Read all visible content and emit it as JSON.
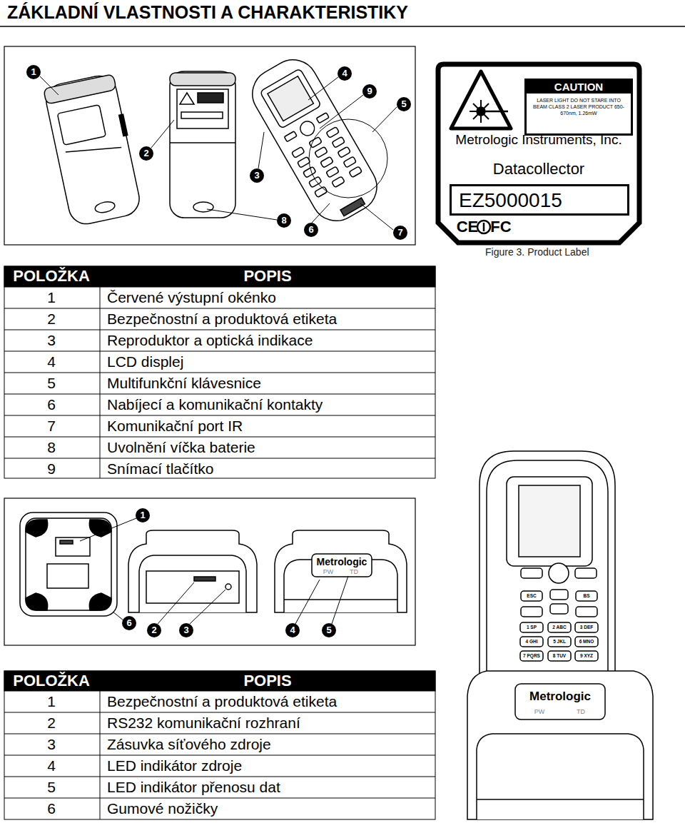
{
  "diagram": {
    "title": "ZÁKLADNÍ VLASTNOSTI A CHARAKTERISTIKY",
    "caption": "Figure 3. Product Label",
    "nodes": [
      {
        "text": [
          "Metrologic Instruments, Inc.",
          "Datacollector"
        ]
      },
      {
        "text": [
          "CAUTION",
          "LASER LIGHT DO NOT STARE INTO BEAM CLASS 2 LASER PRODUCT 650-670nm, 1.26mW"
        ],
        "in": 0
      },
      {
        "text": [
          "EZ5000015"
        ],
        "in": 0
      }
    ],
    "labels": [
      "1",
      "2",
      "3",
      "4",
      "5",
      "6",
      "7",
      "8",
      "9",
      "POLOŽKA",
      "POPIS",
      "1",
      "Červené výstupní okénko",
      "2",
      "Bezpečnostní a produktová etiketa",
      "3",
      "Reproduktor a optická indikace",
      "4",
      "LCD displej",
      "5",
      "Multifunkční klávesnice",
      "6",
      "Nabíjecí a komunikační kontakty",
      "7",
      "Komunikační port IR",
      "8",
      "Uvolnění víčka baterie",
      "9",
      "Snímací tlačítko",
      "CE",
      "FC",
      "1",
      "2",
      "3",
      "4",
      "5",
      "6",
      "Metrologic",
      "PW",
      "TD",
      "POLOŽKA",
      "POPIS",
      "1",
      "Bezpečnostní a produktová etiketa",
      "2",
      "RS232 komunikační rozhraní",
      "3",
      "Zásuvka síťového zdroje",
      "4",
      "LED indikátor zdroje",
      "5",
      "LED indikátor přenosu dat",
      "6",
      "Gumové nožičky",
      "ESC",
      "BS",
      "1 SP",
      "2 ABC",
      "3 DEF",
      "4 GHI",
      "5 JKL",
      "6 MNO",
      "7 PQRS",
      "8 TUV",
      "9 XYZ",
      "Metrologic",
      "PW",
      "TD"
    ]
  }
}
